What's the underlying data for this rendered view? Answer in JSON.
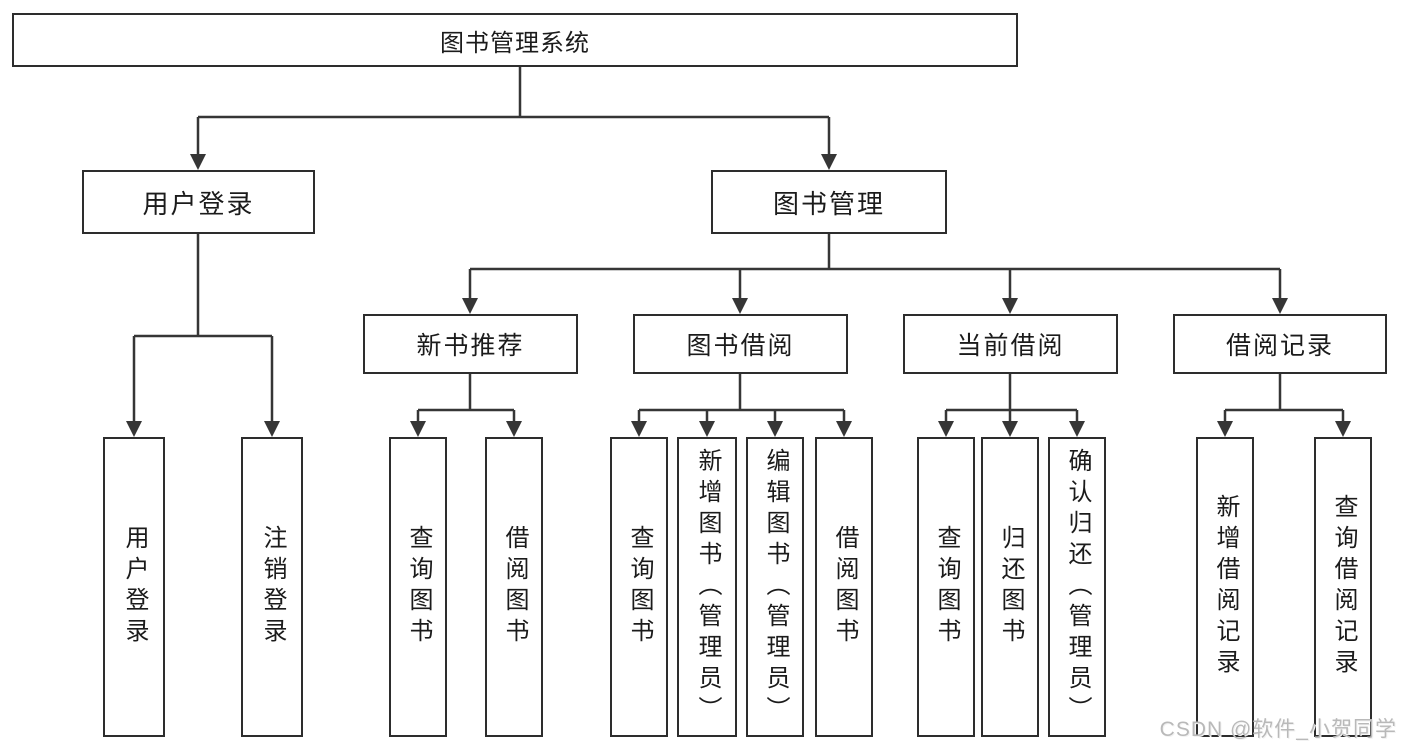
{
  "tree": {
    "label": "图书管理系统",
    "children": [
      {
        "label": "用户登录",
        "children": [
          {
            "label": "用户登录"
          },
          {
            "label": "注销登录"
          }
        ]
      },
      {
        "label": "图书管理",
        "children": [
          {
            "label": "新书推荐",
            "children": [
              {
                "label": "查询图书"
              },
              {
                "label": "借阅图书"
              }
            ]
          },
          {
            "label": "图书借阅",
            "children": [
              {
                "label": "查询图书"
              },
              {
                "label": "新增图书（管理员）"
              },
              {
                "label": "编辑图书（管理员）"
              },
              {
                "label": "借阅图书"
              }
            ]
          },
          {
            "label": "当前借阅",
            "children": [
              {
                "label": "查询图书"
              },
              {
                "label": "归还图书"
              },
              {
                "label": "确认归还（管理员）"
              }
            ]
          },
          {
            "label": "借阅记录",
            "children": [
              {
                "label": "新增借阅记录"
              },
              {
                "label": "查询借阅记录"
              }
            ]
          }
        ]
      }
    ]
  },
  "watermark": "CSDN @软件_小贺同学",
  "colors": {
    "line": "#363636",
    "border": "#2d2d2d",
    "text": "#1b1b1b",
    "background": "#ffffff",
    "watermark": "#b9b9b9"
  }
}
